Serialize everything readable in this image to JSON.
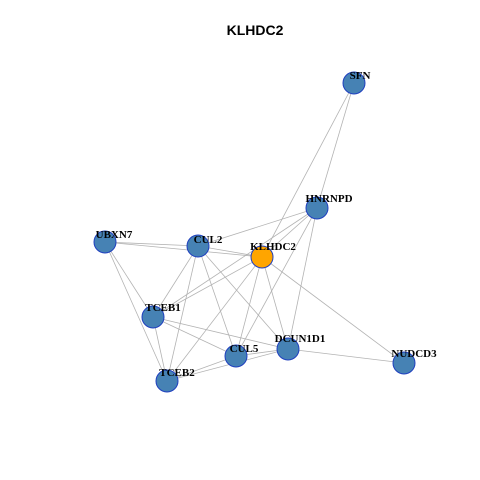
{
  "title": "KLHDC2",
  "colors": {
    "hub": "#FFA500",
    "node": "#4682B4",
    "node_border": "#1F3FBF",
    "edge": "#B3B3B3"
  },
  "nodes": [
    {
      "id": "SFN",
      "label": "SFN",
      "hub": false
    },
    {
      "id": "HNRNPD",
      "label": "HNRNPD",
      "hub": false
    },
    {
      "id": "UBXN7",
      "label": "UBXN7",
      "hub": false
    },
    {
      "id": "CUL2",
      "label": "CUL2",
      "hub": false
    },
    {
      "id": "KLHDC2",
      "label": "KLHDC2",
      "hub": true
    },
    {
      "id": "TCEB1",
      "label": "TCEB1",
      "hub": false
    },
    {
      "id": "DCUN1D1",
      "label": "DCUN1D1",
      "hub": false
    },
    {
      "id": "CUL5",
      "label": "CUL5",
      "hub": false
    },
    {
      "id": "NUDCD3",
      "label": "NUDCD3",
      "hub": false
    },
    {
      "id": "TCEB2",
      "label": "TCEB2",
      "hub": false
    }
  ],
  "edges": [
    [
      "SFN",
      "KLHDC2"
    ],
    [
      "SFN",
      "HNRNPD"
    ],
    [
      "HNRNPD",
      "CUL2"
    ],
    [
      "HNRNPD",
      "KLHDC2"
    ],
    [
      "HNRNPD",
      "TCEB1"
    ],
    [
      "HNRNPD",
      "DCUN1D1"
    ],
    [
      "HNRNPD",
      "CUL5"
    ],
    [
      "UBXN7",
      "CUL2"
    ],
    [
      "UBXN7",
      "KLHDC2"
    ],
    [
      "UBXN7",
      "TCEB1"
    ],
    [
      "UBXN7",
      "TCEB2"
    ],
    [
      "CUL2",
      "KLHDC2"
    ],
    [
      "CUL2",
      "TCEB1"
    ],
    [
      "CUL2",
      "TCEB2"
    ],
    [
      "CUL2",
      "CUL5"
    ],
    [
      "CUL2",
      "DCUN1D1"
    ],
    [
      "KLHDC2",
      "TCEB1"
    ],
    [
      "KLHDC2",
      "TCEB2"
    ],
    [
      "KLHDC2",
      "CUL5"
    ],
    [
      "KLHDC2",
      "DCUN1D1"
    ],
    [
      "KLHDC2",
      "NUDCD3"
    ],
    [
      "TCEB1",
      "TCEB2"
    ],
    [
      "TCEB1",
      "CUL5"
    ],
    [
      "TCEB1",
      "DCUN1D1"
    ],
    [
      "TCEB2",
      "CUL5"
    ],
    [
      "TCEB2",
      "DCUN1D1"
    ],
    [
      "CUL5",
      "DCUN1D1"
    ],
    [
      "DCUN1D1",
      "NUDCD3"
    ]
  ]
}
